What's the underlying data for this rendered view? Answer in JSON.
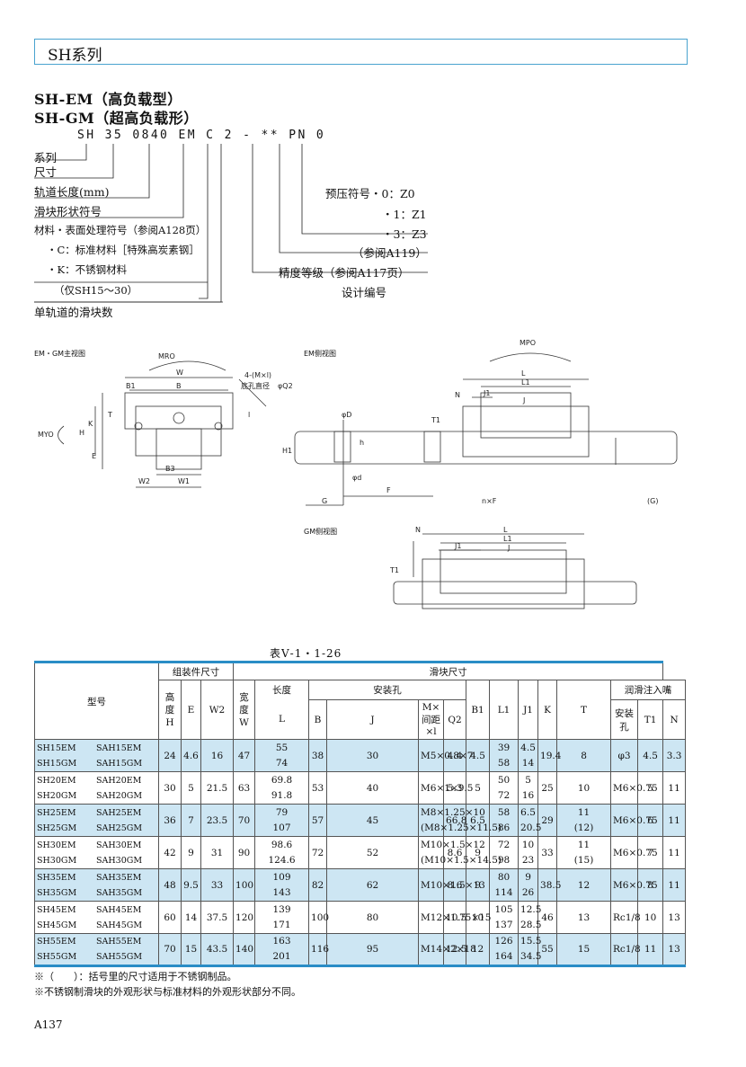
{
  "header": {
    "series": "SH系列"
  },
  "models": {
    "line1": "SH-EM（高负载型）",
    "line2": "SH-GM（超高负载形）"
  },
  "code": {
    "text": "SH 35 0840 EM C 2 - ** PN 0"
  },
  "code_labels": {
    "series": "系列",
    "size": "尺寸",
    "rail_length": "轨道长度(mm)",
    "block_shape": "滑块形状符号",
    "material": "材料・表面处理符号（参阅A128页）",
    "material_c": "・C：标准材料［特殊高炭素钢］",
    "material_k": "・K：不锈钢材料",
    "material_k_note": "（仅SH15～30）",
    "blocks_per_rail": "单轨道的滑块数",
    "preload": "预压符号・0：Z0",
    "preload_1": "・1：Z1",
    "preload_3": "・3：Z3",
    "preload_ref": "（参阅A119）",
    "accuracy": "精度等级（参阅A117页）",
    "design_no": "设计编号"
  },
  "diagrams": {
    "front_caption": "EM・GM主视图",
    "side_caption": "EM侧视图",
    "gm_caption": "GM侧视图",
    "hole_note": "4-(M×l)",
    "hole_note2": "底孔直径",
    "dims": {
      "mr": "MRO",
      "my": "MYO",
      "mp": "MPO",
      "w": "W",
      "b": "B",
      "b1": "B1",
      "b3": "B3",
      "w1": "W1",
      "w2": "W2",
      "t": "T",
      "k": "K",
      "h": "H",
      "e": "E",
      "l": "L",
      "l1": "L1",
      "j": "J",
      "j1": "J1",
      "n": "N",
      "t1": "T1",
      "phi_d_big": "φD",
      "phi_d": "φd",
      "h_small": "h",
      "h1": "H1",
      "f": "F",
      "g": "G",
      "nf": "n×F",
      "g_paren": "(G)",
      "q2": "φQ2",
      "l_small": "l"
    }
  },
  "table": {
    "caption": "表Ⅴ-1・1-26",
    "group_assembly": "组装件尺寸",
    "group_block": "滑块尺寸",
    "col_model": "型号",
    "col_height": "高度",
    "col_H": "H",
    "col_E": "E",
    "col_W2": "W2",
    "col_width": "宽度",
    "col_W": "W",
    "col_length": "长度",
    "col_L": "L",
    "group_mount": "安装孔",
    "col_B": "B",
    "col_J": "J",
    "col_Mxl": "M×间距×l",
    "col_Q2": "Q2",
    "col_B1": "B1",
    "col_L1": "L1",
    "col_J1": "J1",
    "col_K": "K",
    "col_T": "T",
    "group_grease": "润滑注入嘴",
    "col_grease_hole": "安装孔",
    "col_T1": "T1",
    "col_N": "N",
    "rows": [
      {
        "m1": "SH15EM",
        "s1": "SAH15EM",
        "m2": "SH15GM",
        "s2": "SAH15GM",
        "H": "24",
        "E": "4.6",
        "W2": "16",
        "W": "47",
        "L1": "55",
        "L2": "74",
        "B": "38",
        "J": "30",
        "M1": "M5×0.8×7",
        "M2": "",
        "Q2": "4.4",
        "B1": "4.5",
        "L1a": "39",
        "L1b": "58",
        "J1a": "4.5",
        "J1b": "14",
        "K": "19.4",
        "T1": "8",
        "T2": "",
        "gh": "φ3",
        "Tt": "4.5",
        "N": "3.3"
      },
      {
        "m1": "SH20EM",
        "s1": "SAH20EM",
        "m2": "SH20GM",
        "s2": "SAH20GM",
        "H": "30",
        "E": "5",
        "W2": "21.5",
        "W": "63",
        "L1": "69.8",
        "L2": "91.8",
        "B": "53",
        "J": "40",
        "M1": "M6×1×9.5",
        "M2": "",
        "Q2": "5.3",
        "B1": "5",
        "L1a": "50",
        "L1b": "72",
        "J1a": "5",
        "J1b": "16",
        "K": "25",
        "T1": "10",
        "T2": "",
        "gh": "M6×0.75",
        "Tt": "5",
        "N": "11"
      },
      {
        "m1": "SH25EM",
        "s1": "SAH25EM",
        "m2": "SH25GM",
        "s2": "SAH25GM",
        "H": "36",
        "E": "7",
        "W2": "23.5",
        "W": "70",
        "L1": "79",
        "L2": "107",
        "B": "57",
        "J": "45",
        "M1": "M8×1.25×10",
        "M2": "(M8×1.25×11.5)",
        "Q2": "66.8",
        "B1": "6.5",
        "L1a": "58",
        "L1b": "86",
        "J1a": "6.5",
        "J1b": "20.5",
        "K": "29",
        "T1": "11",
        "T2": "(12)",
        "gh": "M6×0.75",
        "Tt": "6",
        "N": "11"
      },
      {
        "m1": "SH30EM",
        "s1": "SAH30EM",
        "m2": "SH30GM",
        "s2": "SAH30GM",
        "H": "42",
        "E": "9",
        "W2": "31",
        "W": "90",
        "L1": "98.6",
        "L2": "124.6",
        "B": "72",
        "J": "52",
        "M1": "M10×1.5×12",
        "M2": "(M10×1.5×14.5)",
        "Q2": "8.6",
        "B1": "9",
        "L1a": "72",
        "L1b": "98",
        "J1a": "10",
        "J1b": "23",
        "K": "33",
        "T1": "11",
        "T2": "(15)",
        "gh": "M6×0.75",
        "Tt": "7",
        "N": "11"
      },
      {
        "m1": "SH35EM",
        "s1": "SAH35EM",
        "m2": "SH35GM",
        "s2": "SAH35GM",
        "H": "48",
        "E": "9.5",
        "W2": "33",
        "W": "100",
        "L1": "109",
        "L2": "143",
        "B": "82",
        "J": "62",
        "M1": "M10×1.5×13",
        "M2": "",
        "Q2": "8.6",
        "B1": "9",
        "L1a": "80",
        "L1b": "114",
        "J1a": "9",
        "J1b": "26",
        "K": "38.5",
        "T1": "12",
        "T2": "",
        "gh": "M6×0.75",
        "Tt": "8",
        "N": "11"
      },
      {
        "m1": "SH45EM",
        "s1": "SAH45EM",
        "m2": "SH45GM",
        "s2": "SAH45GM",
        "H": "60",
        "E": "14",
        "W2": "37.5",
        "W": "120",
        "L1": "139",
        "L2": "171",
        "B": "100",
        "J": "80",
        "M1": "M12×1.75×15",
        "M2": "",
        "Q2": "10.5",
        "B1": "10",
        "L1a": "105",
        "L1b": "137",
        "J1a": "12.5",
        "J1b": "28.5",
        "K": "46",
        "T1": "13",
        "T2": "",
        "gh": "Rc1/8",
        "Tt": "10",
        "N": "13"
      },
      {
        "m1": "SH55EM",
        "s1": "SAH55EM",
        "m2": "SH55GM",
        "s2": "SAH55GM",
        "H": "70",
        "E": "15",
        "W2": "43.5",
        "W": "140",
        "L1": "163",
        "L2": "201",
        "B": "116",
        "J": "95",
        "M1": "M14×2×18",
        "M2": "",
        "Q2": "12.5",
        "B1": "12",
        "L1a": "126",
        "L1b": "164",
        "J1a": "15.5",
        "J1b": "34.5",
        "K": "55",
        "T1": "15",
        "T2": "",
        "gh": "Rc1/8",
        "Tt": "11",
        "N": "13"
      }
    ]
  },
  "notes": {
    "n1": "※（　　）：括号里的尺寸适用于不锈钢制品。",
    "n2": "※不锈钢制滑块的外观形状与标准材料的外观形状部分不同。"
  },
  "page": {
    "number": "A137"
  }
}
